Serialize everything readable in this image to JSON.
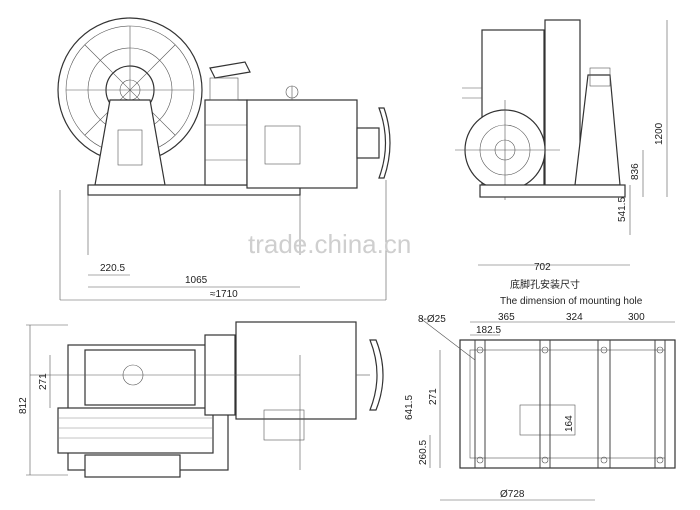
{
  "watermark": "trade.china.cn",
  "mounting_hole_title_cn": "底脚孔安装尺寸",
  "mounting_hole_title_en": "The dimension of mounting hole",
  "dimensions": {
    "side_view": {
      "d220": "220.5",
      "d1065": "1065",
      "d1710": "≈1710"
    },
    "end_view": {
      "d1200": "1200",
      "d836": "836",
      "d541": "541.5",
      "d702": "702"
    },
    "top_view": {
      "d812": "812",
      "d271": "271"
    },
    "mounting": {
      "holes": "8-Ø25",
      "d365": "365",
      "d324": "324",
      "d300": "300",
      "d182": "182.5",
      "d271": "271",
      "d641": "641.5",
      "d164": "164",
      "d260": "260.5",
      "d728": "Ø728"
    }
  },
  "colors": {
    "line": "#444444",
    "watermark": "#cfcfcf"
  }
}
